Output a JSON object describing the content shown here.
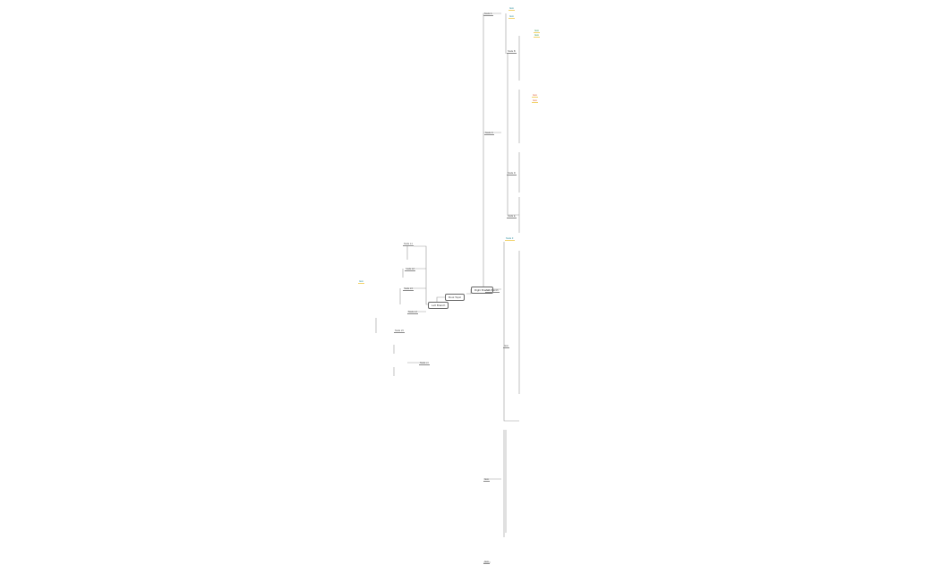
{
  "root": {
    "label": "Root Topic"
  },
  "left_main": {
    "label": "Left Branch"
  },
  "right_main": {
    "label": "Right Branch"
  },
  "right_sub": {
    "label": "Sub Branch"
  },
  "colors": {
    "line": "#999999",
    "highlight": "#f2d36b",
    "green": "#3a9a5a",
    "teal": "#2f8fa0",
    "red": "#e0603a"
  },
  "nodes": {
    "r1": "Node A",
    "r2": "Node B",
    "r3": "Node C",
    "r4": "Node D",
    "r5": "Node E",
    "r6": "Node F",
    "l1": "Node L1",
    "l2": "Node L2",
    "l3": "Node L3",
    "l4": "Node L4",
    "l5": "Node L5",
    "l6": "Node L6",
    "item": "Item"
  }
}
